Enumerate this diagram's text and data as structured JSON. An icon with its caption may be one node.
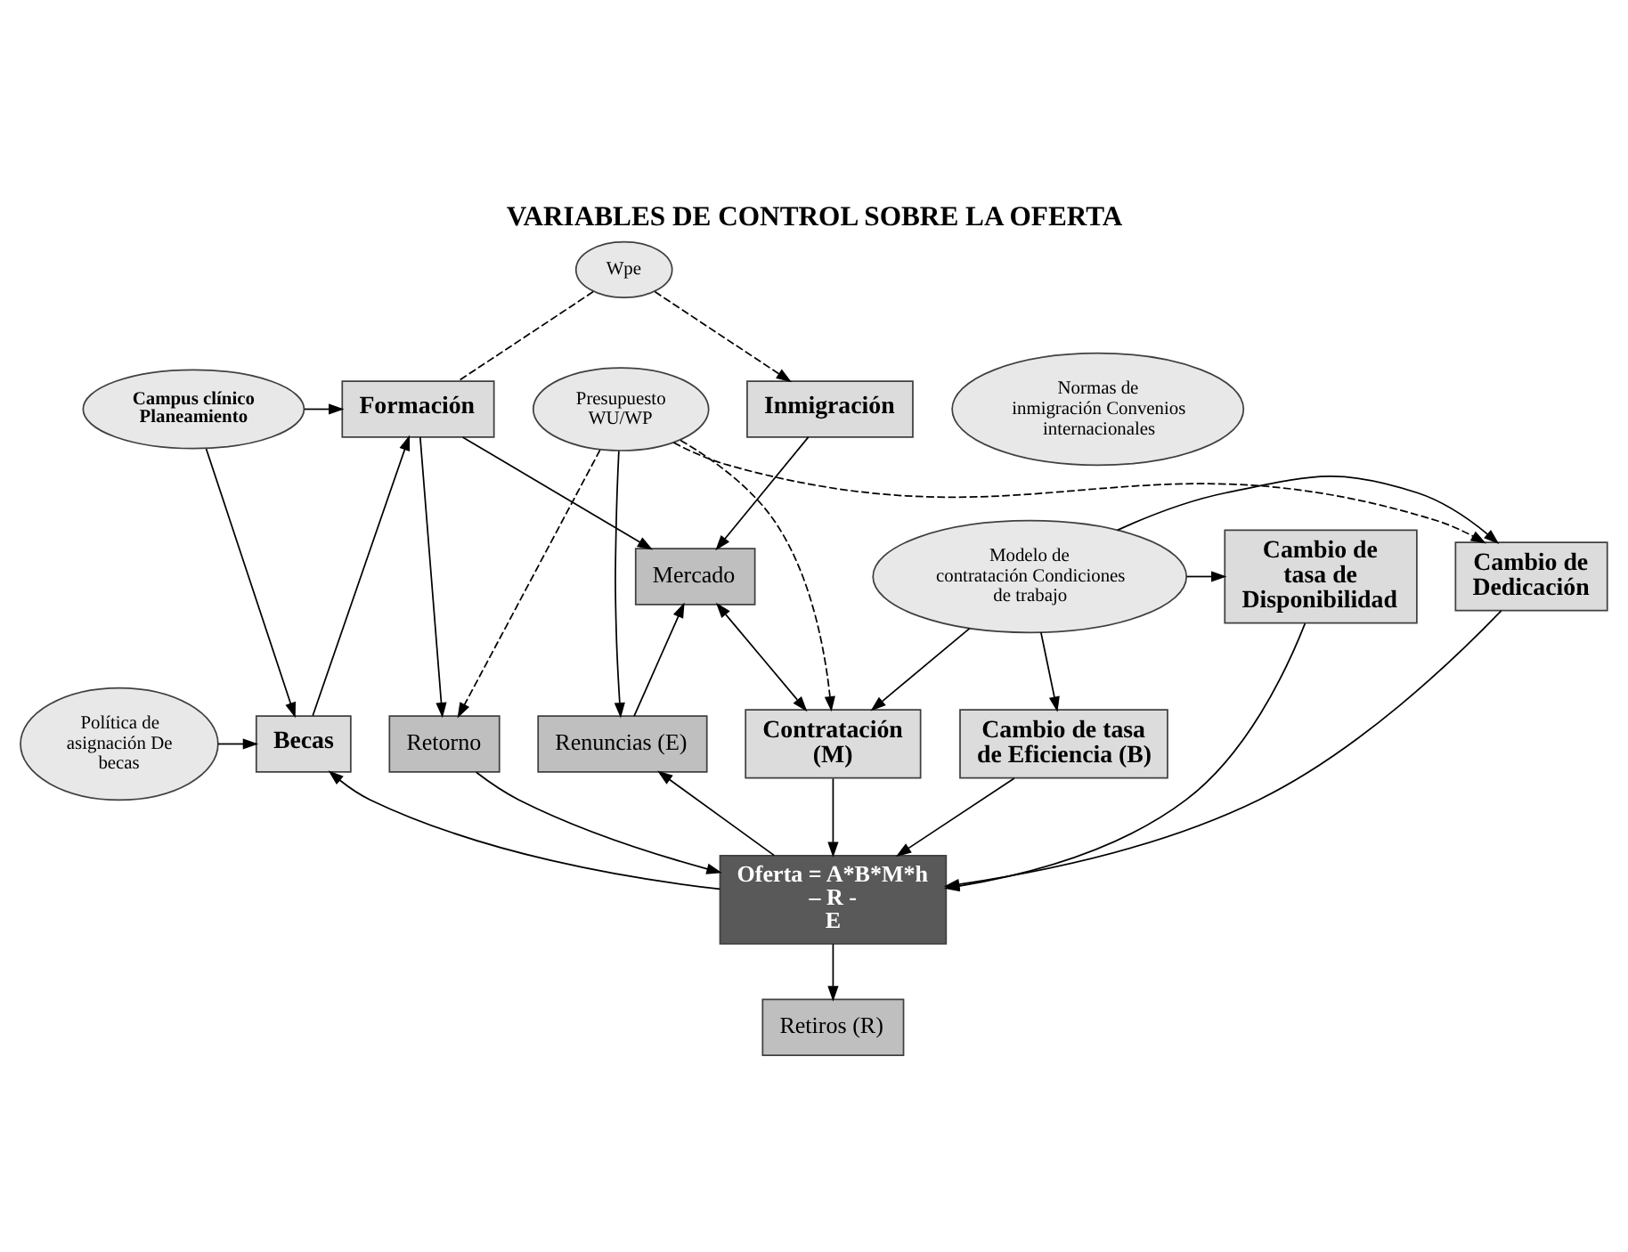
{
  "diagram": {
    "title": "VARIABLES DE CONTROL SOBRE LA OFERTA",
    "nodes": [
      {
        "text": [
          "Campus clínico Planeamiento"
        ]
      },
      {
        "text": [
          "Formación"
        ]
      },
      {
        "text": [
          "Inmigración"
        ]
      },
      {
        "text": [
          "Normas de inmigración Convenios internacionales"
        ]
      },
      {
        "text": [
          "Wpe"
        ]
      },
      {
        "text": [
          "Mercado"
        ]
      },
      {
        "text": [
          "Política de asignación De becas"
        ]
      },
      {
        "text": [
          "Becas"
        ]
      },
      {
        "text": [
          "Retorno"
        ]
      },
      {
        "text": [
          "Contratación (M)"
        ]
      },
      {
        "text": [
          "Renuncias (E)"
        ]
      },
      {
        "text": [
          "Presupuesto WU/WP"
        ]
      },
      {
        "text": [
          "Oferta = A*B*M*h – R - E"
        ]
      },
      {
        "text": [
          "Modelo de contratación Condiciones de trabajo"
        ]
      },
      {
        "text": [
          "Cambio de Dedicación"
        ]
      },
      {
        "text": [
          "Cambio de tasa de Disponibilidad"
        ]
      },
      {
        "text": [
          "Cambio de tasa de Eficiencia (B)"
        ]
      },
      {
        "text": [
          "Retiros (R)"
        ]
      }
    ],
    "edges": [
      {
        "from": 0,
        "to": 1,
        "arrow": "to"
      },
      {
        "from": 0,
        "to": 7,
        "arrow": "to"
      },
      {
        "from": 7,
        "to": 1,
        "arrow": "to"
      },
      {
        "from": 4,
        "to": 1,
        "arrow": "none",
        "style": "dashed"
      },
      {
        "from": 4,
        "to": 2,
        "arrow": "to",
        "style": "dashed"
      },
      {
        "from": 1,
        "to": 5,
        "arrow": "to"
      },
      {
        "from": 2,
        "to": 5,
        "arrow": "to"
      },
      {
        "from": 1,
        "to": 8,
        "arrow": "to"
      },
      {
        "from": 6,
        "to": 7,
        "arrow": "to"
      },
      {
        "from": 11,
        "to": 8,
        "arrow": "to",
        "style": "dashed"
      },
      {
        "from": 11,
        "to": 9,
        "arrow": "to",
        "style": "dashed"
      },
      {
        "from": 11,
        "to": 14,
        "arrow": "to",
        "style": "dashed"
      },
      {
        "from": 11,
        "to": 10,
        "arrow": "to"
      },
      {
        "from": 5,
        "to": 9,
        "arrow": "both"
      },
      {
        "from": 10,
        "to": 5,
        "arrow": "to"
      },
      {
        "from": 8,
        "to": 12,
        "arrow": "to"
      },
      {
        "from": 9,
        "to": 12,
        "arrow": "to"
      },
      {
        "from": 12,
        "to": 7,
        "arrow": "to"
      },
      {
        "from": 12,
        "to": 10,
        "arrow": "to"
      },
      {
        "from": 12,
        "to": 17,
        "arrow": "to"
      },
      {
        "from": 13,
        "to": 9,
        "arrow": "to"
      },
      {
        "from": 13,
        "to": 14,
        "arrow": "to"
      },
      {
        "from": 13,
        "to": 15,
        "arrow": "to"
      },
      {
        "from": 13,
        "to": 16,
        "arrow": "to"
      },
      {
        "from": 14,
        "to": 12,
        "arrow": "to"
      },
      {
        "from": 15,
        "to": 12,
        "arrow": "to"
      },
      {
        "from": 16,
        "to": 12,
        "arrow": "to"
      }
    ]
  }
}
